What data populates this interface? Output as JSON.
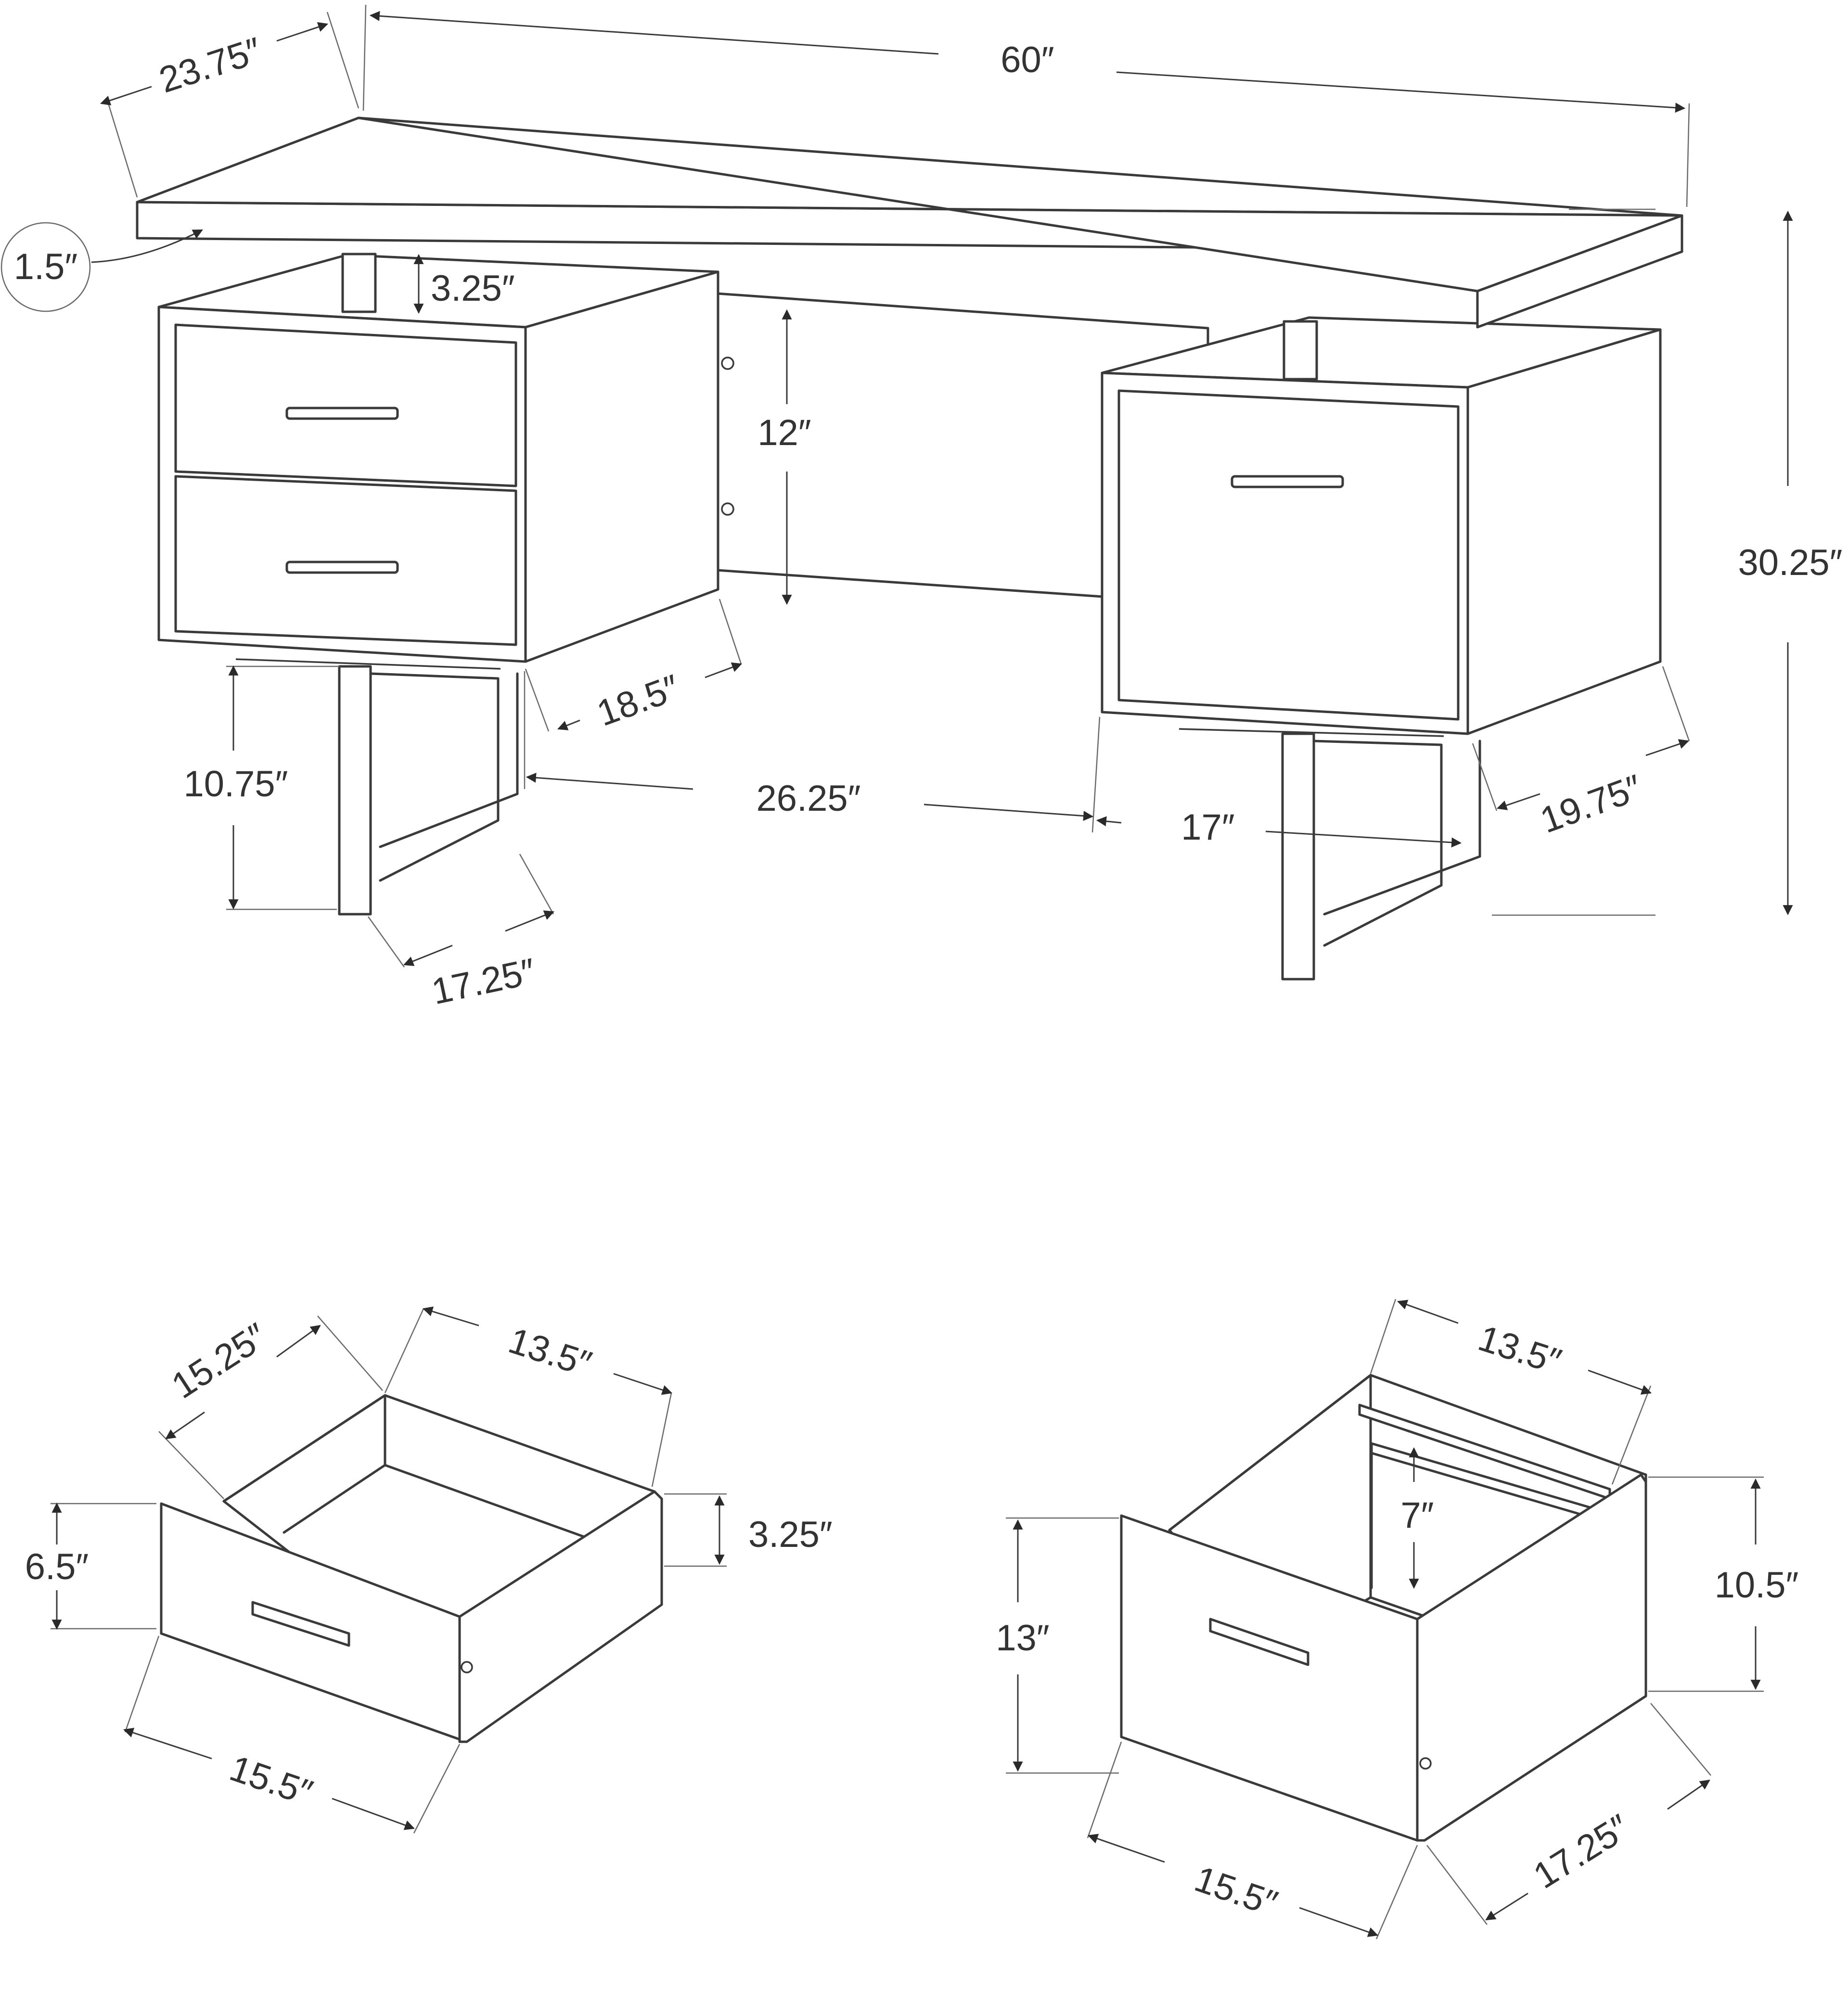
{
  "diagram": {
    "colors": {
      "line": "#3a3a3a",
      "text": "#333333",
      "background": "#ffffff"
    },
    "desk": {
      "width": "60″",
      "depth": "23.75″",
      "top_thickness": "1.5″",
      "top_gap": "3.25″",
      "modesty_panel_height": "12″",
      "overall_height": "30.25″",
      "cabinet_depth": "18.5″",
      "leg_height": "10.75″",
      "leg_depth": "17.25″",
      "knee_space": "26.25″",
      "cabinet_width": "17″",
      "right_cabinet_depth": "19.75″"
    },
    "small_drawer": {
      "depth": "15.25″",
      "inner_width": "13.5″",
      "front_height": "6.5″",
      "side_height": "3.25″",
      "front_width": "15.5″"
    },
    "file_drawer": {
      "inner_width": "13.5″",
      "rail_height": "7″",
      "side_height": "10.5″",
      "front_height": "13″",
      "front_width": "15.5″",
      "depth": "17.25″"
    }
  }
}
